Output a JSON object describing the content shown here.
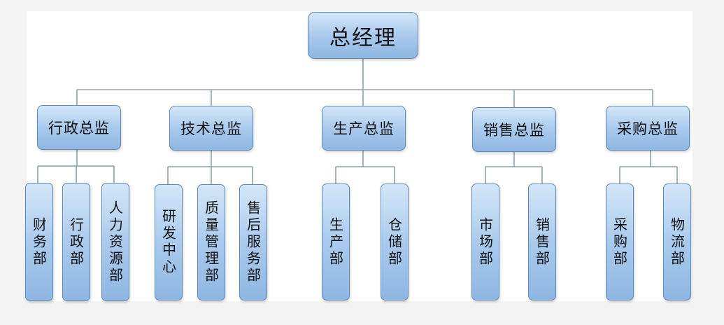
{
  "root": "总经理",
  "directors": [
    {
      "label": "行政总监",
      "departments": [
        "财务部",
        "行政部",
        "人力资源部"
      ]
    },
    {
      "label": "技术总监",
      "departments": [
        "研发中心",
        "质量管理部",
        "售后服务部"
      ]
    },
    {
      "label": "生产总监",
      "departments": [
        "生产部",
        "仓储部"
      ]
    },
    {
      "label": "销售总监",
      "departments": [
        "市场部",
        "销售部"
      ]
    },
    {
      "label": "采购总监",
      "departments": [
        "采购部",
        "物流部"
      ]
    }
  ],
  "colors": {
    "box_fill_top": "#d4e6f8",
    "box_fill_bottom": "#8fb7e2",
    "box_border": "#5f8bb8",
    "connector": "#8aa0a8"
  }
}
